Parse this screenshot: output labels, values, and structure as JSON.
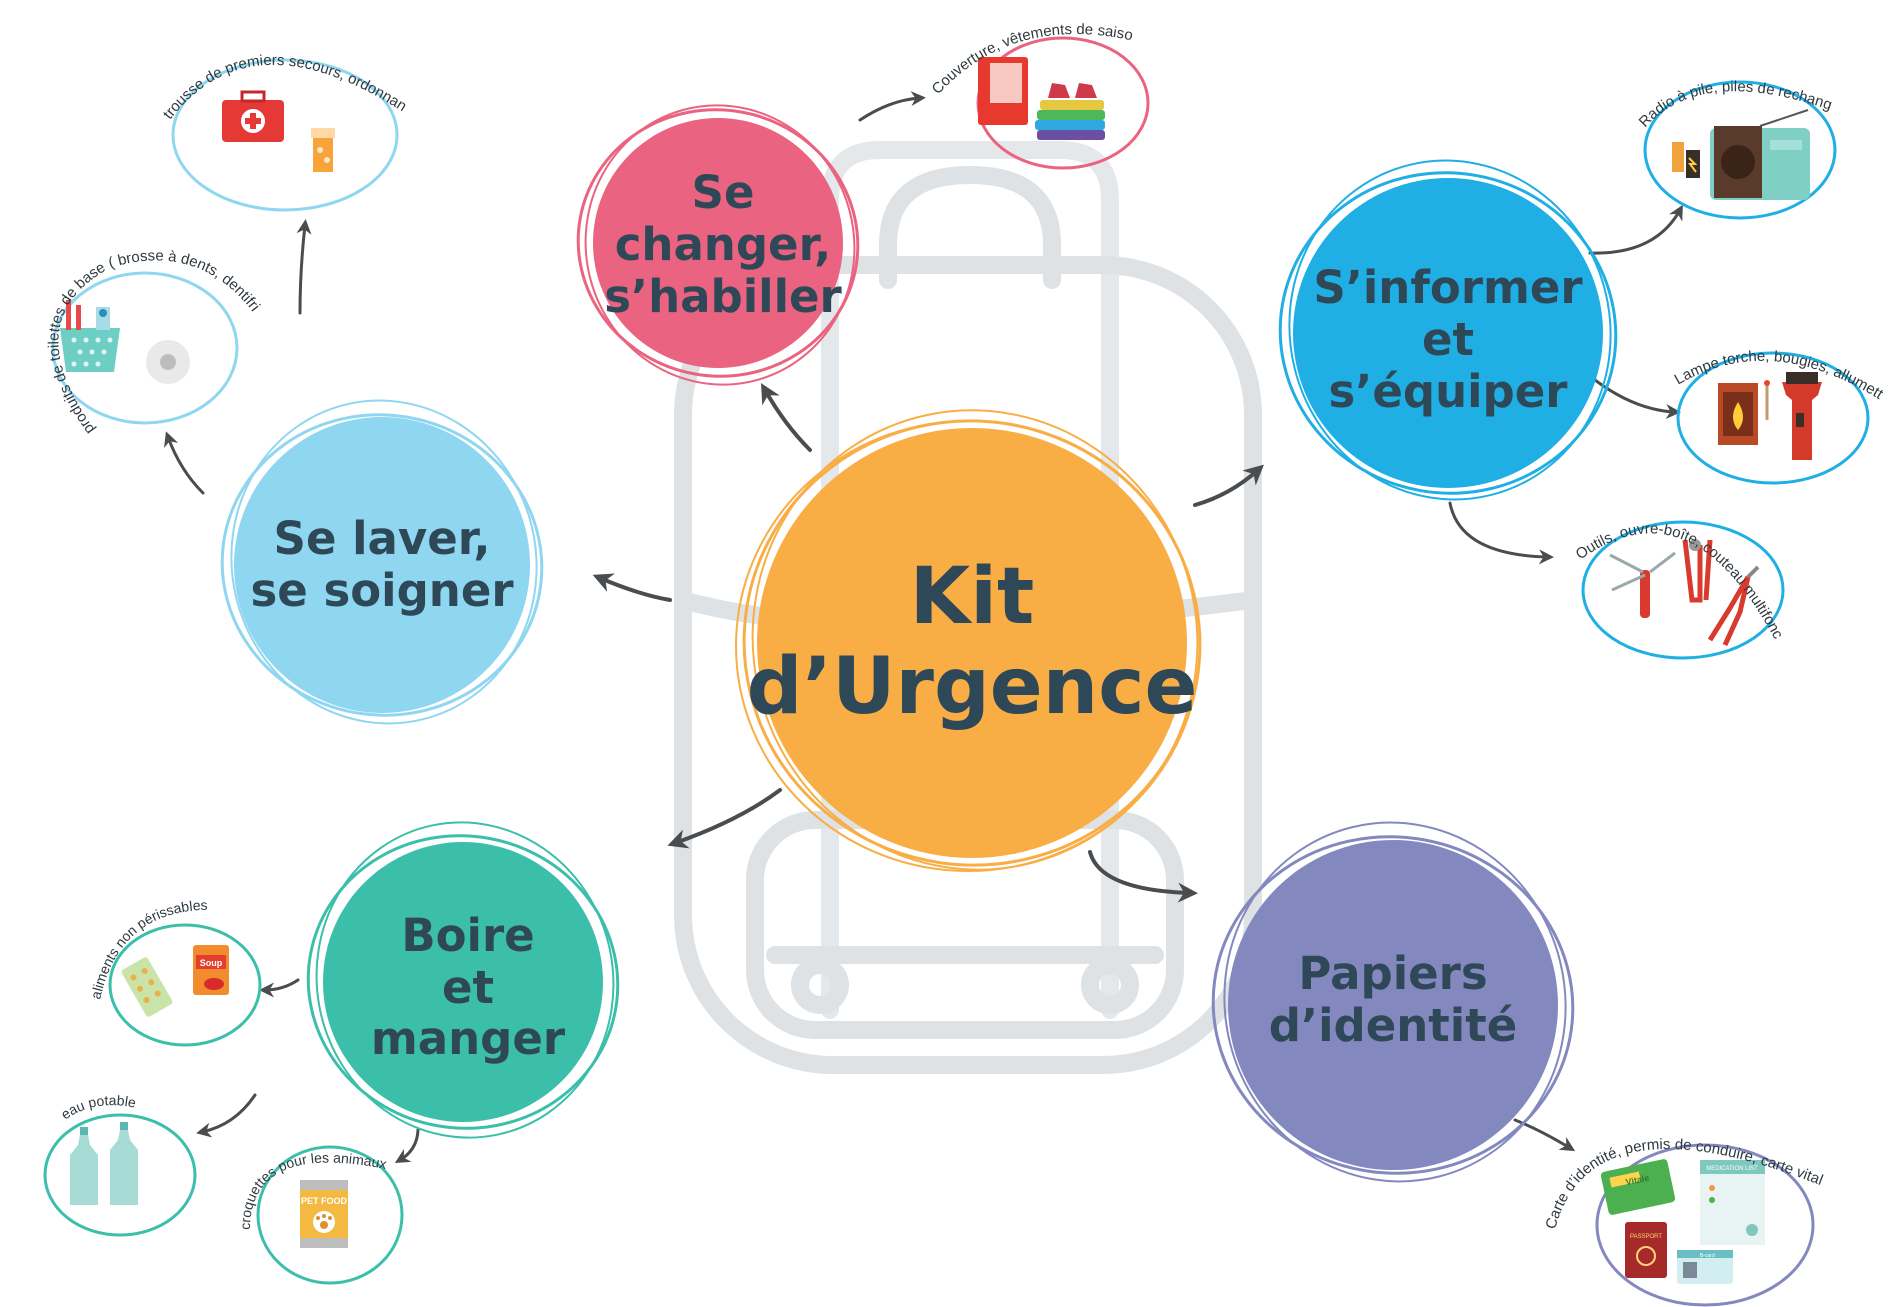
{
  "center": {
    "lines": [
      "Kit",
      "d’Urgence"
    ],
    "color": "#f9ae45",
    "text_color": "#2f4858"
  },
  "backpack_color": "#dfe2e5",
  "arrow_color": "#4a4d50",
  "categories": {
    "habiller": {
      "lines": [
        "Se changer,",
        "s’habiller"
      ],
      "color": "#ea6380"
    },
    "informer": {
      "lines": [
        "S’informer",
        "et",
        "s’équiper"
      ],
      "color": "#1fafe4"
    },
    "laver": {
      "lines": [
        "Se laver,",
        "se soigner"
      ],
      "color": "#8fd6f1"
    },
    "manger": {
      "lines": [
        "Boire",
        "et",
        "manger"
      ],
      "color": "#3cbfaa"
    },
    "papiers": {
      "lines": [
        "Papiers",
        "d’identité"
      ],
      "color": "#8388bf"
    }
  },
  "items": {
    "couverture": {
      "label": "Couverture, vêtements de saison",
      "icon": "clothes-icon"
    },
    "radio": {
      "label": "Radio à pile, piles de rechange",
      "icon": "radio-icon"
    },
    "lampe": {
      "label": "Lampe torche, bougies, allumettes",
      "icon": "flashlight-icon"
    },
    "outils": {
      "label": "Outils, ouvre-boîte, couteau multifonctions",
      "icon": "tools-icon"
    },
    "trousse": {
      "label": "trousse de premiers secours, ordonnances",
      "icon": "first-aid-icon"
    },
    "toilette": {
      "label": "produits de toilettes de base ( brosse à dents, dentifrice...)",
      "icon": "toiletries-icon"
    },
    "aliments": {
      "label": "aliments non périssables",
      "icon": "food-icon",
      "soup_label": "Soup"
    },
    "eau": {
      "label": "eau potable",
      "icon": "water-bottles-icon"
    },
    "croquettes": {
      "label": "croquettes pour les animaux",
      "icon": "pet-food-icon",
      "can_label": "PET FOOD"
    },
    "carte": {
      "label": "Carte d’identité, permis de conduire, carte vitale...",
      "icon": "id-documents-icon",
      "vitale_label": "Vitale",
      "passport_label": "PASSPORT",
      "medlist_label": "MEDICATION LIST",
      "license_label": "B-card"
    }
  }
}
